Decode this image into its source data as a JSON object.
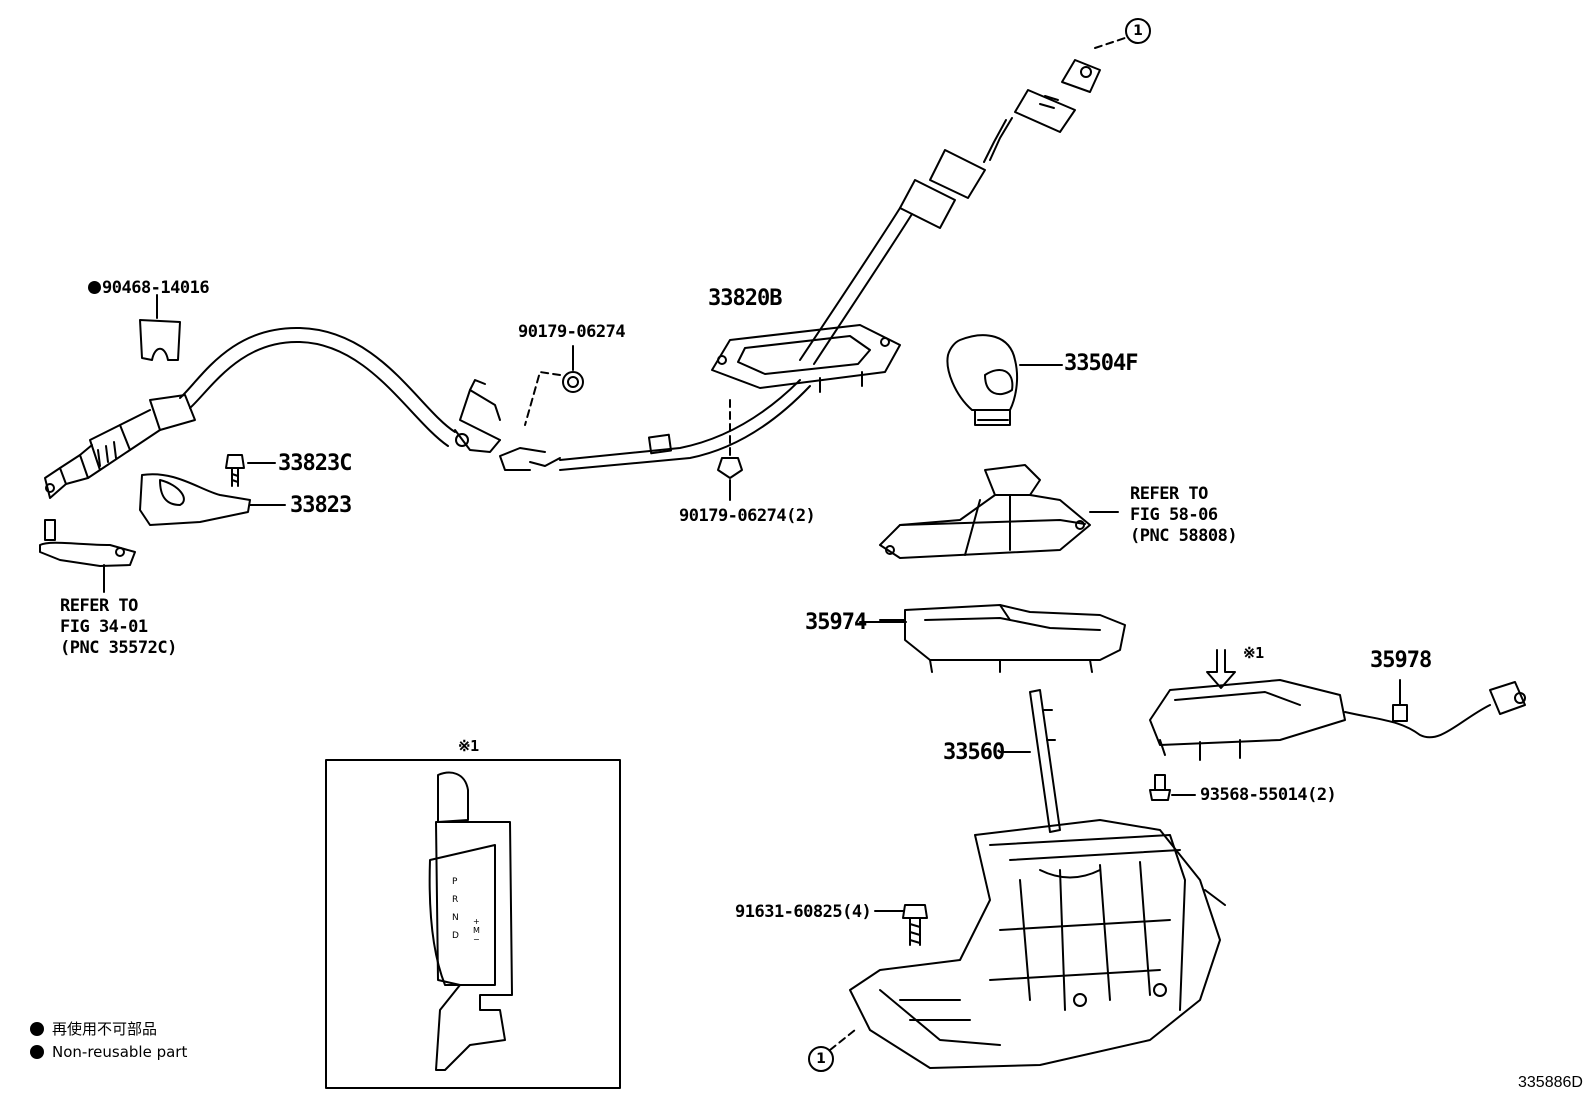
{
  "parts": {
    "p90468": "90468-14016",
    "p90179a": "90179-06274",
    "p33820B": "33820B",
    "p33504F": "33504F",
    "p33823C": "33823C",
    "p33823": "33823",
    "p90179b": "90179-06274(2)",
    "p35974": "35974",
    "p35978": "35978",
    "p33560": "33560",
    "p93568": "93568-55014(2)",
    "p91631": "91631-60825(4)"
  },
  "refs": {
    "ref1": [
      "REFER TO",
      "FIG 58-06",
      "(PNC 58808)"
    ],
    "ref2": [
      "REFER TO",
      "FIG 34-01",
      "(PNC 35572C)"
    ]
  },
  "marks": {
    "circle_one": "1",
    "note_mark": "※1",
    "inset_mark": "※1"
  },
  "gate_letters": [
    "P",
    "R",
    "N",
    "D",
    "+",
    "M",
    "−"
  ],
  "legend": {
    "jp": "再使用不可部品",
    "en": "Non-reusable part"
  },
  "diagram_code": "335886D"
}
